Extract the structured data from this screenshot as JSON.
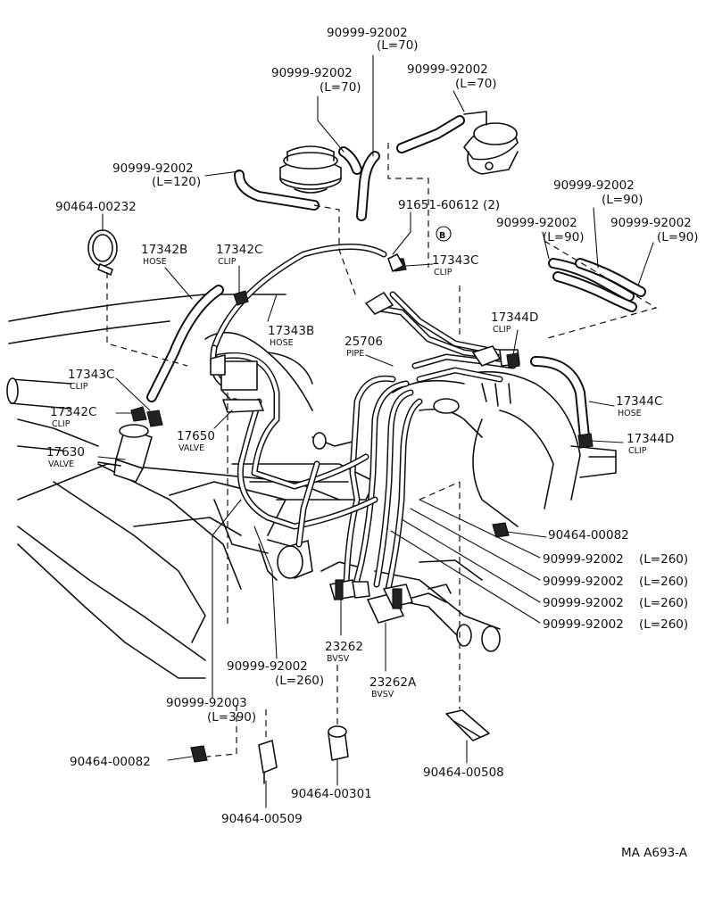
{
  "labels": {
    "hose_top_center": {
      "number": "90999-92002",
      "sub": "(L=70)"
    },
    "hose_upper_left": {
      "number": "90999-92002",
      "sub": "(L=70)"
    },
    "hose_upper_right": {
      "number": "90999-92002",
      "sub": "(L=70)"
    },
    "hose_left_l120": {
      "number": "90999-92002",
      "sub": "(L=120)"
    },
    "clamp_ring": {
      "number": "90464-00232"
    },
    "hose_17342b": {
      "number": "17342B",
      "sub": "HOSE"
    },
    "clip_17342c_top": {
      "number": "17342C",
      "sub": "CLIP"
    },
    "hose_17343b": {
      "number": "17343B",
      "sub": "HOSE"
    },
    "clip_17343c_top": {
      "number": "17343C",
      "sub": "CLIP"
    },
    "bolt_91651": {
      "number": "91651-60612 (2)"
    },
    "marker_b": {
      "text": "B"
    },
    "hose_right_l90_a": {
      "number": "90999-92002",
      "sub": "(L=90)"
    },
    "hose_right_l90_b": {
      "number": "90999-92002",
      "sub": "(L=90)"
    },
    "hose_right_l90_c": {
      "number": "90999-92002",
      "sub": "(L=90)"
    },
    "clip_17344d_top": {
      "number": "17344D",
      "sub": "CLIP"
    },
    "pipe_25706": {
      "number": "25706",
      "sub": "PIPE"
    },
    "clip_17343c_left": {
      "number": "17343C",
      "sub": "CLIP"
    },
    "clip_17342c_left": {
      "number": "17342C",
      "sub": "CLIP"
    },
    "valve_17630": {
      "number": "17630",
      "sub": "VALVE"
    },
    "valve_17650": {
      "number": "17650",
      "sub": "VALVE"
    },
    "hose_17344c": {
      "number": "17344C",
      "sub": "HOSE"
    },
    "clip_17344d_right": {
      "number": "17344D",
      "sub": "CLIP"
    },
    "clamp_00082_right": {
      "number": "90464-00082"
    },
    "hose_l260_1": {
      "number": "90999-92002",
      "sub": "(L=260)"
    },
    "hose_l260_2": {
      "number": "90999-92002",
      "sub": "(L=260)"
    },
    "hose_l260_3": {
      "number": "90999-92002",
      "sub": "(L=260)"
    },
    "hose_l260_4": {
      "number": "90999-92002",
      "sub": "(L=260)"
    },
    "hose_l260_left": {
      "number": "90999-92002",
      "sub": "(L=260)"
    },
    "bvsv_23262": {
      "number": "23262",
      "sub": "BVSV"
    },
    "bvsv_23262a": {
      "number": "23262A",
      "sub": "BVSV"
    },
    "hose_l390": {
      "number": "90999-92003",
      "sub": "(L=390)"
    },
    "clamp_00082_left": {
      "number": "90464-00082"
    },
    "clamp_00509": {
      "number": "90464-00509"
    },
    "clamp_00301": {
      "number": "90464-00301"
    },
    "clamp_00508": {
      "number": "90464-00508"
    },
    "figure_code": {
      "text": "MA A693-A"
    }
  }
}
